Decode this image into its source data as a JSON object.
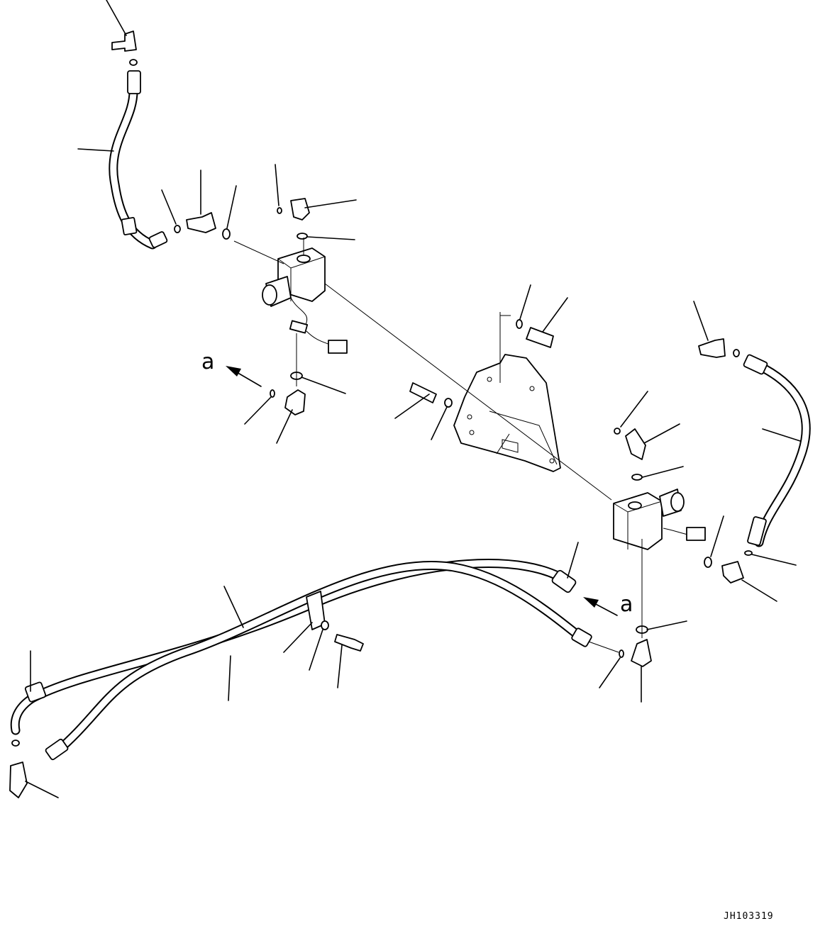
{
  "diagram": {
    "view_marker_left": "a",
    "view_marker_right": "a",
    "drawing_code": "JH103319"
  }
}
